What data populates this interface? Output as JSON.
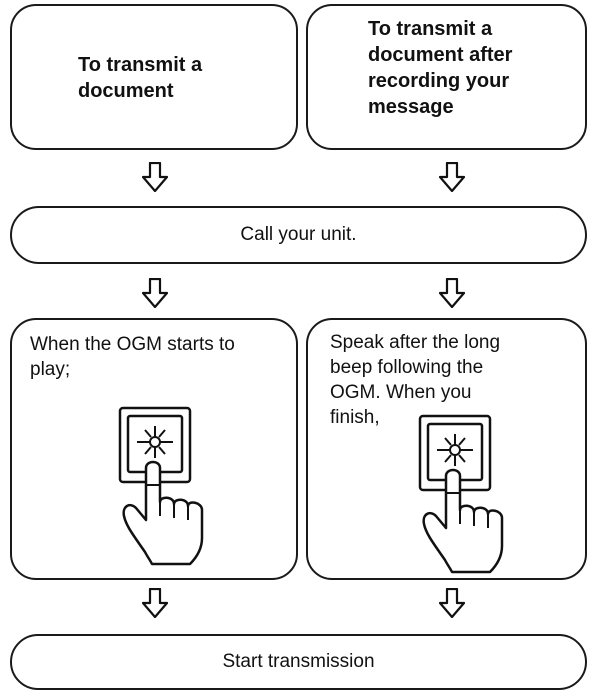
{
  "left_header": {
    "line1": "To transmit a",
    "line2": "document"
  },
  "right_header": {
    "line1": "To transmit a",
    "line2": "document after",
    "line3": "recording your",
    "line4": "message"
  },
  "call_step": "Call your unit.",
  "left_step": {
    "line1": "When the OGM starts to",
    "line2": "play;"
  },
  "right_step": {
    "line1": "Speak after the long",
    "line2": "beep following the",
    "line3": "OGM. When you",
    "line4": "finish,"
  },
  "final_step": "Start transmission",
  "key_symbol": "star-key"
}
